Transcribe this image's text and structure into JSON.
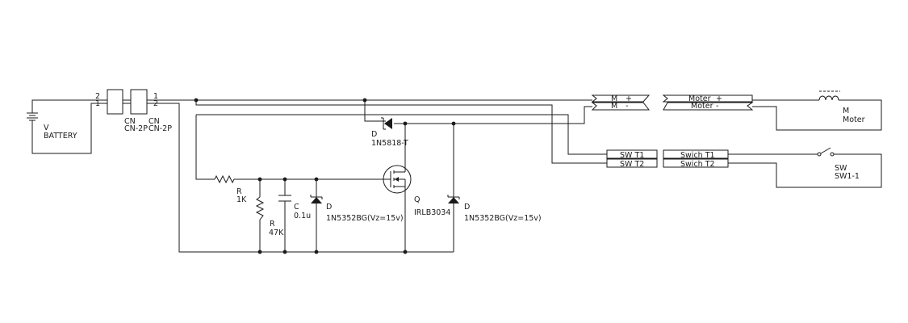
{
  "battery": {
    "ref": "V",
    "value": "BATTERY"
  },
  "connector1": {
    "ref": "CN",
    "value": "CN-2P",
    "pin_top": "2",
    "pin_bottom": "1"
  },
  "connector2": {
    "ref": "CN",
    "value": "CN-2P",
    "pin_top": "1",
    "pin_bottom": "2"
  },
  "motor_conn_left": {
    "plus_label": "M",
    "plus_pin": "+",
    "minus_label": "M",
    "minus_pin": "-"
  },
  "motor_conn_right": {
    "plus_label": "Moter",
    "plus_pin": "+",
    "minus_label": "Moter",
    "minus_pin": "-"
  },
  "motor": {
    "ref": "M",
    "value": "Moter"
  },
  "switch_conn_left": {
    "t1": "SW T1",
    "t2": "SW T2"
  },
  "switch_conn_right": {
    "t1": "Swich T1",
    "t2": "Swich T2"
  },
  "switch": {
    "ref": "SW",
    "value": "SW1-1"
  },
  "diode_flyback": {
    "ref": "D",
    "value": "1N5818-T"
  },
  "resistor_gate": {
    "ref": "R",
    "value": "1K"
  },
  "resistor_pulldown": {
    "ref": "R",
    "value": "47K"
  },
  "capacitor": {
    "ref": "C",
    "value": "0.1u"
  },
  "zener_gate": {
    "ref": "D",
    "value": "1N5352BG(Vz=15v)"
  },
  "mosfet": {
    "ref": "Q",
    "value": "IRLB3034"
  },
  "zener_drain": {
    "ref": "D",
    "value": "1N5352BG(Vz=15v)"
  }
}
